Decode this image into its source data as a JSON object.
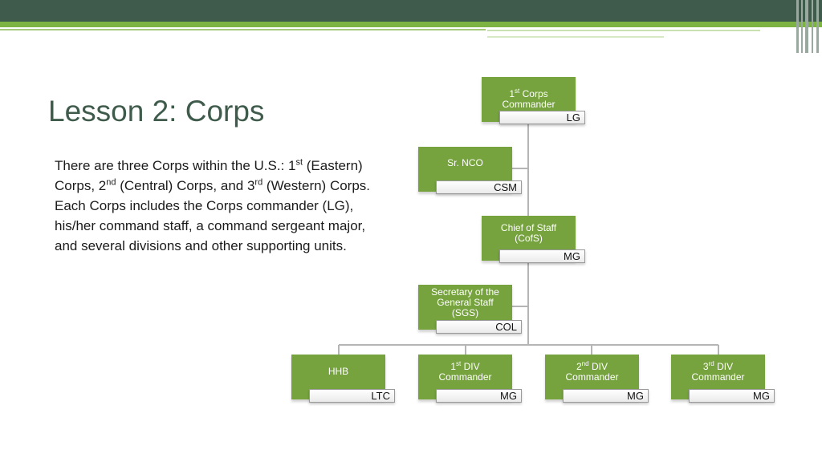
{
  "slide": {
    "title": "Lesson 2: Corps",
    "body": {
      "p1": "There are three Corps within the U.S.: 1",
      "sup1": "st",
      "p2": " (Eastern) Corps, 2",
      "sup2": "nd",
      "p3": " (Central) Corps, and 3",
      "sup3": "rd",
      "p4": " (Western) Corps. Each Corps includes the Corps commander (LG), his/her command staff, a command sergeant major, and several divisions and other supporting units."
    }
  },
  "org_chart": {
    "corps_commander": {
      "pre": "1",
      "sup": "st",
      "post": " Corps",
      "line2": "Commander",
      "rank": "LG"
    },
    "sr_nco": {
      "line1": "Sr. NCO",
      "rank": "CSM"
    },
    "chief_of_staff": {
      "line1": "Chief of Staff",
      "line2": "(CofS)",
      "rank": "MG"
    },
    "sgs": {
      "line1": "Secretary of the",
      "line2": "General Staff",
      "line3": "(SGS)",
      "rank": "COL"
    },
    "hhb": {
      "line1": "HHB",
      "rank": "LTC"
    },
    "div1": {
      "pre": "1",
      "sup": "st",
      "post": " DIV",
      "line2": "Commander",
      "rank": "MG"
    },
    "div2": {
      "pre": "2",
      "sup": "nd",
      "post": " DIV",
      "line2": "Commander",
      "rank": "MG"
    },
    "div3": {
      "pre": "3",
      "sup": "rd",
      "post": " DIV",
      "line2": "Commander",
      "rank": "MG"
    }
  },
  "colors": {
    "header_dark": "#3f5b4b",
    "header_green": "#7cb342",
    "node_green": "#76a33e",
    "title_color": "#3f5b4b"
  }
}
